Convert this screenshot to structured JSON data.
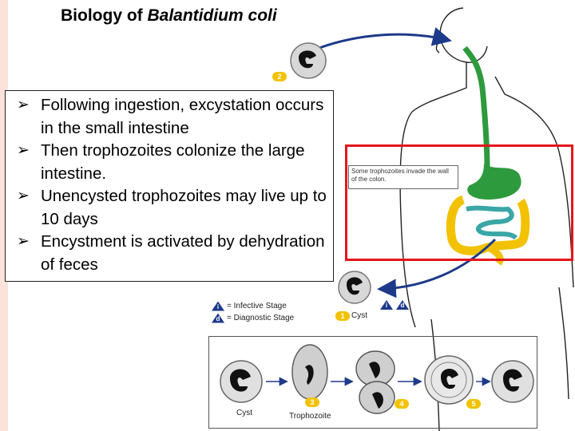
{
  "title": {
    "prefix": "Biology of ",
    "species": "Balantidium coli"
  },
  "bullets": [
    "Following ingestion, excystation occurs in the small intestine",
    "Then trophozoites colonize the large intestine.",
    "Unencysted trophozoites may live up to 10 days",
    "Encystment is activated by dehydration of feces"
  ],
  "diagram": {
    "invade_label": "Some trophozoites invade the wall of the colon.",
    "legend": [
      {
        "symbol": "i",
        "text": "= Infective Stage"
      },
      {
        "symbol": "d",
        "text": "= Diagnostic Stage"
      }
    ],
    "stage_numbers": [
      "2",
      "1",
      "3",
      "4",
      "5"
    ],
    "stage_labels": {
      "cyst_top": "Cyst",
      "cyst_bottom": "Cyst",
      "trophozoite": "Trophozoite"
    },
    "markers": [
      "i",
      "d"
    ]
  },
  "colors": {
    "highlight": "#e3161c",
    "arrow": "#1d3a8a",
    "stomach": "#2e9a3e",
    "colon": "#f2c200",
    "small_intestine": "#3aa6a6",
    "stripe": "#fbe3da"
  }
}
